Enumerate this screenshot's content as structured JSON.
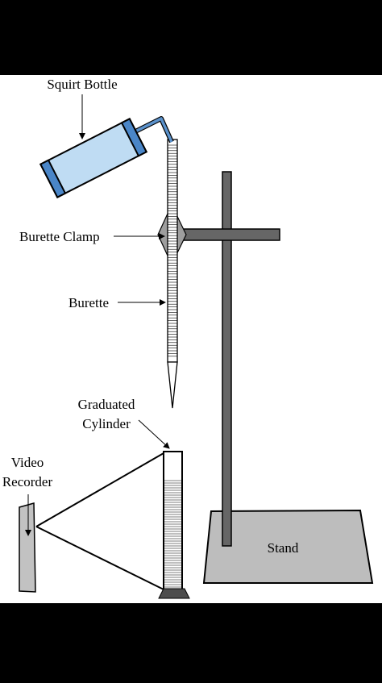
{
  "labels": {
    "squirt_bottle": "Squirt Bottle",
    "burette_clamp": "Burette Clamp",
    "burette": "Burette",
    "graduated_cylinder_line1": "Graduated",
    "graduated_cylinder_line2": "Cylinder",
    "video_recorder_line1": "Video",
    "video_recorder_line2": "Recorder",
    "stand": "Stand"
  },
  "colors": {
    "letterbox": "#000000",
    "background": "#ffffff",
    "stand_gray": "#666666",
    "base_gray": "#bdbdbd",
    "clamp_gray": "#9e9e9e",
    "bottle_fill": "#bfdcf3",
    "bottle_cap": "#4a86c8",
    "tube_blue": "#5b92cc",
    "recorder_gray": "#c2c2c2",
    "cylinder_foot": "#4d4d4d"
  }
}
